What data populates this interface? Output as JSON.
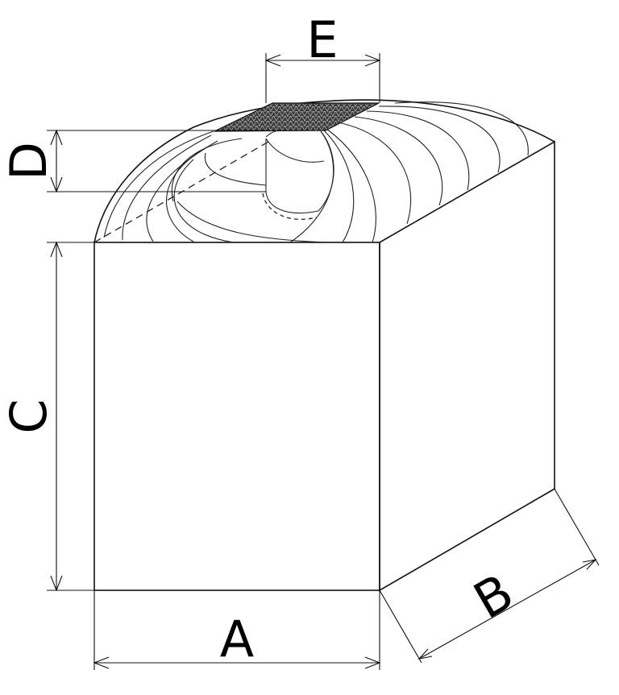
{
  "diagram": {
    "labels": {
      "width": "A",
      "depth": "B",
      "height": "C",
      "spout_height": "D",
      "spout_width": "E"
    },
    "colors": {
      "line": "#111111",
      "background": "#ffffff",
      "mesh": "#444444"
    }
  }
}
